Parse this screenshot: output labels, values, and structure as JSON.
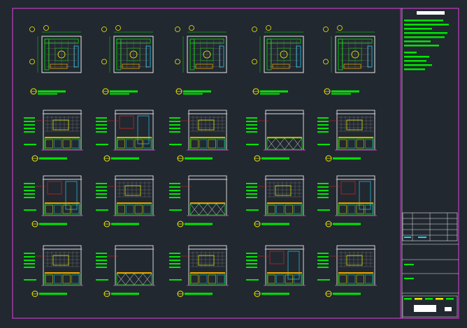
{
  "sheet": {
    "background": "#212830",
    "frame_color": "#c43cc4",
    "line_color": "#e8e8e8",
    "green": "#00e600",
    "yellow": "#f0f000",
    "red": "#e02020",
    "cyan": "#28c8f0",
    "columns": 5,
    "rows": 4
  },
  "title_block": {
    "header": "",
    "legal_notes": "",
    "table_rows": 5,
    "drawing_no": ""
  },
  "drawings": {
    "row1": "plans",
    "row2": "elevations",
    "row3": "elevations",
    "row4": "elevations"
  }
}
